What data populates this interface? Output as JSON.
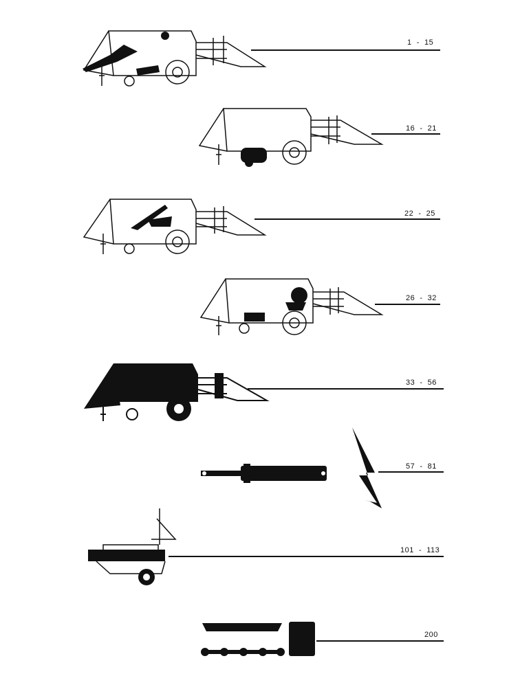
{
  "sections": [
    {
      "range": "1  -  15",
      "illustration": "baler-knotter-icon"
    },
    {
      "range": "16  -  21",
      "illustration": "baler-chamber-icon"
    },
    {
      "range": "22  -  25",
      "illustration": "baler-plunger-icon"
    },
    {
      "range": "26  -  32",
      "illustration": "baler-pickup-icon"
    },
    {
      "range": "33  -  56",
      "illustration": "baler-complete-icon"
    },
    {
      "range": "57  -  81",
      "illustration": "hydraulic-cylinder-electrical-icon"
    },
    {
      "range": "101  -  113",
      "illustration": "bale-accumulator-icon"
    },
    {
      "range": "200",
      "illustration": "accessories-chain-icon"
    }
  ]
}
